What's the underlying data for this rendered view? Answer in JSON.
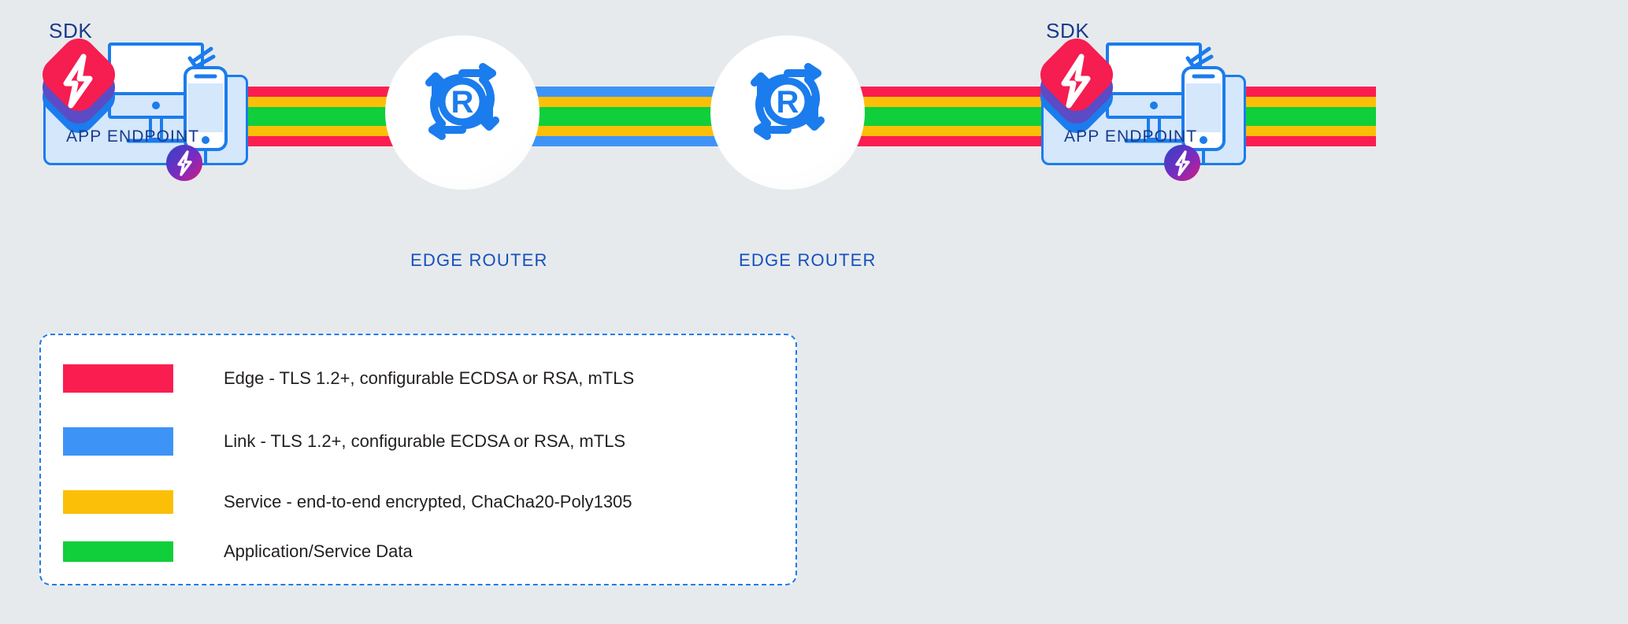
{
  "page": {
    "background_color": "#e7eaed",
    "title": "Ziti network data path encryption layers"
  },
  "colors": {
    "edge": "#fa1e50",
    "link": "#3d94f6",
    "service": "#fcbf07",
    "data": "#10cf3b",
    "router_blue": "#1b7ced",
    "label_navy": "#1b3a8c",
    "router_label_blue": "#1550bd",
    "endpoint_fill": "#d4e7fb",
    "legend_text": "#231f20",
    "sdk_red": "#f61d50",
    "sdk_purple": "#5b4bc4",
    "sdk_blue": "#1b7ced"
  },
  "endpoints": [
    {
      "id": "left",
      "sdk_label": "SDK",
      "box_label": "APP ENDPOINT",
      "sdk_icon": "ziti-sdk-stack-icon",
      "device_icon": "desktop-and-phone-icon",
      "badge_icon": "ziti-bolt-badge-icon"
    },
    {
      "id": "right",
      "sdk_label": "SDK",
      "box_label": "APP ENDPOINT",
      "sdk_icon": "ziti-sdk-stack-icon",
      "device_icon": "desktop-and-phone-icon",
      "badge_icon": "ziti-bolt-badge-icon"
    }
  ],
  "routers": [
    {
      "id": "router-left",
      "label": "EDGE ROUTER",
      "icon": "router-arrows-icon"
    },
    {
      "id": "router-right",
      "label": "EDGE ROUTER",
      "icon": "router-arrows-icon"
    }
  ],
  "segments": [
    {
      "id": "left-edge",
      "name": "endpoint-to-router-left",
      "bands": [
        "edge",
        "service",
        "data",
        "service",
        "edge"
      ]
    },
    {
      "id": "link",
      "name": "router-to-router-link",
      "bands": [
        "link",
        "service",
        "data",
        "service",
        "link"
      ]
    },
    {
      "id": "right-edge",
      "name": "router-to-endpoint-right",
      "bands": [
        "edge",
        "service",
        "data",
        "service",
        "edge"
      ]
    }
  ],
  "legend": {
    "items": [
      {
        "color_key": "edge",
        "swatch": "#fa1e50",
        "label": "Edge - TLS 1.2+, configurable ECDSA or RSA, mTLS"
      },
      {
        "color_key": "link",
        "swatch": "#3d94f6",
        "label": "Link - TLS 1.2+, configurable ECDSA or RSA, mTLS"
      },
      {
        "color_key": "service",
        "swatch": "#fcbf07",
        "label": "Service - end-to-end encrypted, ChaCha20-Poly1305"
      },
      {
        "color_key": "data",
        "swatch": "#10cf3b",
        "label": "Application/Service Data"
      }
    ]
  }
}
